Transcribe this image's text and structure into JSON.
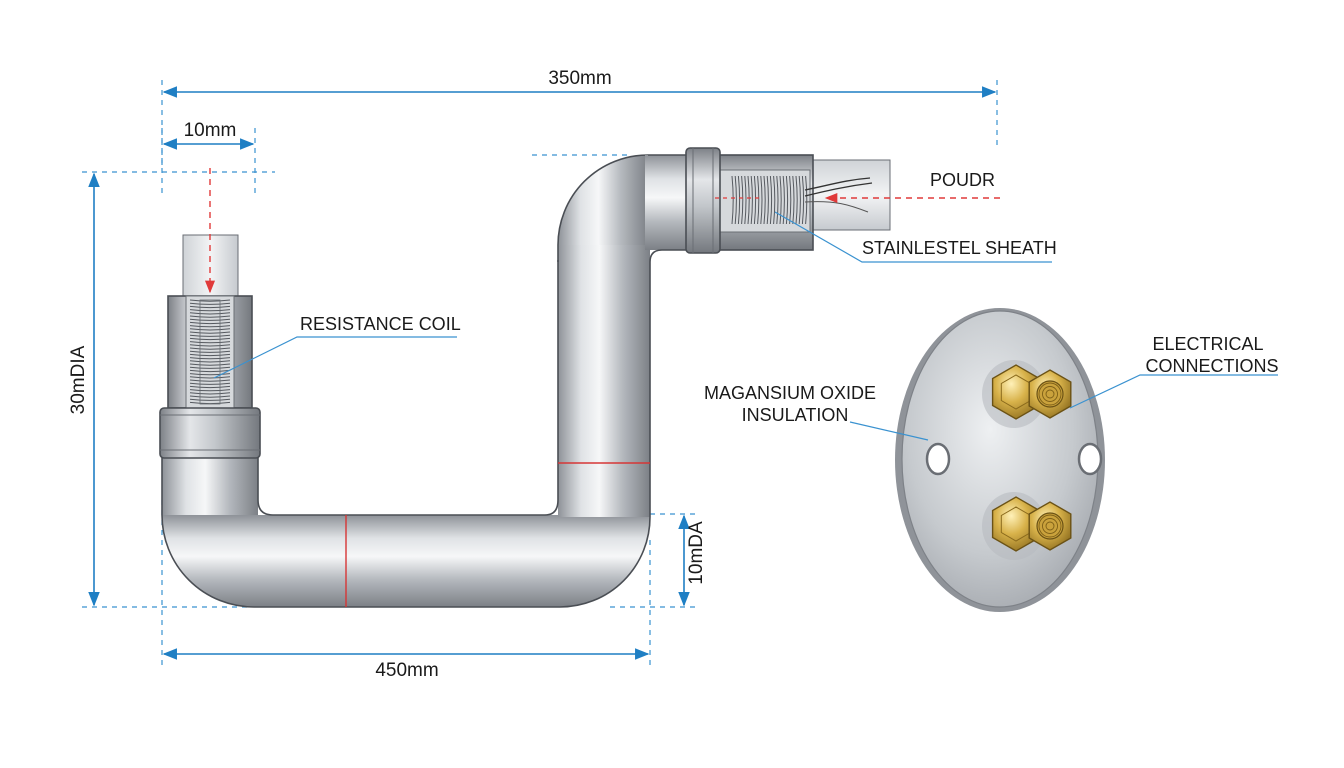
{
  "labels": {
    "dim_top": "350mm",
    "dim_small_top": "10mm",
    "dim_left_vertical": "30mDIA",
    "dim_bottom": "450mm",
    "dim_right_vertical": "10mDA",
    "powder": "POUDR",
    "sheath": "STAINLESTEL SHEATH",
    "resistance_coil": "RESISTANCE COIL",
    "insulation_line1": "MAGANSIUM OXIDE",
    "insulation_line2": "INSULATION",
    "electrical_line1": "ELECTRICAL",
    "electrical_line2": "CONNECTIONS"
  },
  "colors": {
    "dimension": "#1f7fc4",
    "cut_line": "#e03a3a",
    "metal": "#b8bcc2",
    "brass": "#c9a43a",
    "outline": "#4a4e54"
  }
}
